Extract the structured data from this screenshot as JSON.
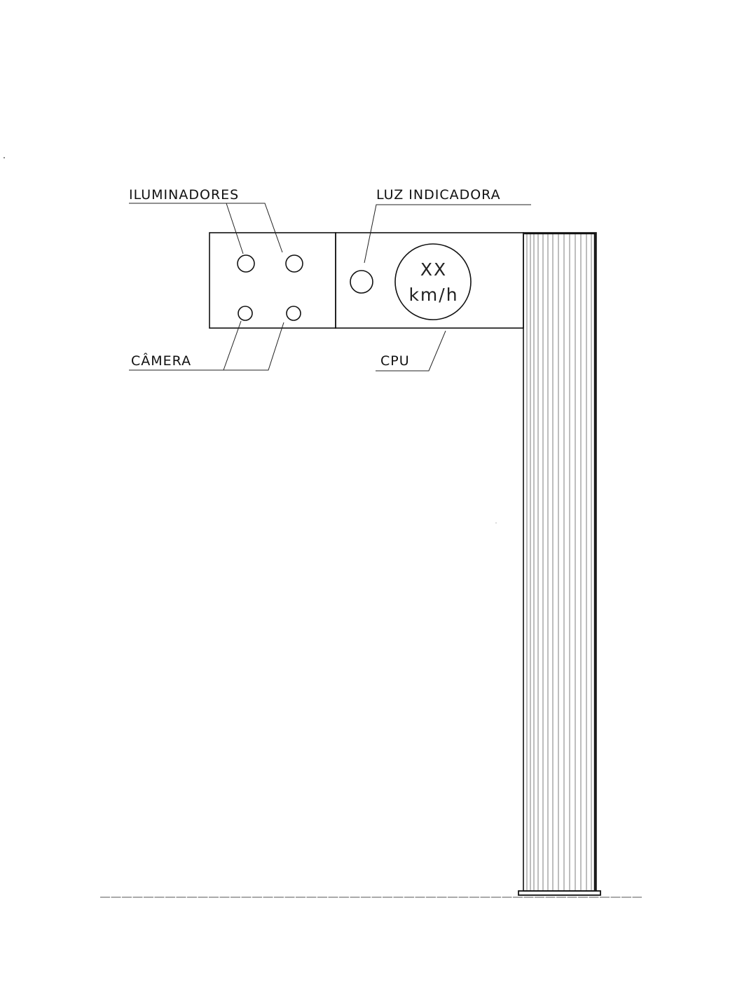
{
  "labels": {
    "iluminadores": "ILUMINADORES",
    "luz_indicadora": "LUZ INDICADORA",
    "camera": "CÂMERA",
    "cpu": "CPU"
  },
  "display": {
    "value": "XX",
    "unit": "km/h"
  },
  "colors": {
    "line": "#111111",
    "background": "#ffffff"
  }
}
